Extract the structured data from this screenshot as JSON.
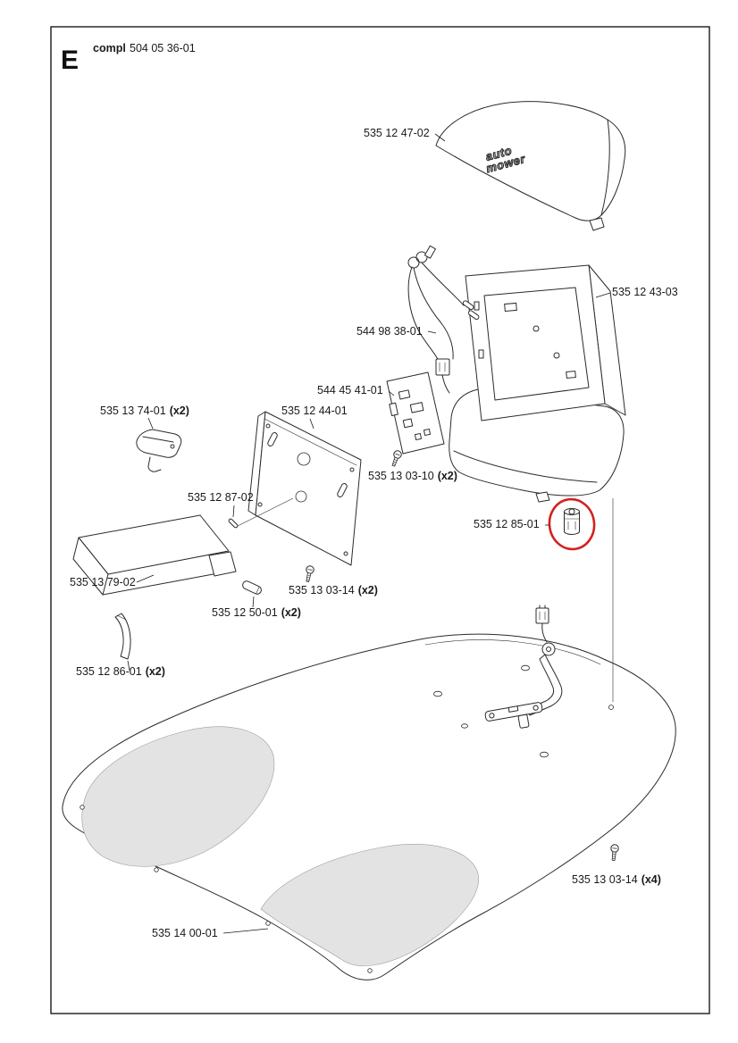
{
  "page": {
    "section_letter": "E",
    "compl_label": "compl",
    "assembly_number": "504 05 36-01"
  },
  "logo": {
    "line1": "auto",
    "line2": "mower"
  },
  "parts": {
    "top_cover": {
      "num": "535 12 47-02"
    },
    "main_body": {
      "num": "535 12 43-03"
    },
    "wiring": {
      "num": "544 98 38-01"
    },
    "circuit_board": {
      "num": "544 45 41-01"
    },
    "bracket": {
      "num": "535 13 74-01",
      "qty": "(x2)"
    },
    "plate": {
      "num": "535 12 44-01"
    },
    "screw_03_10": {
      "num": "535 13 03-10",
      "qty": "(x2)"
    },
    "pin": {
      "num": "535 12 87-02"
    },
    "antenna": {
      "num": "535 12 85-01"
    },
    "left_cover": {
      "num": "535 13 79-02"
    },
    "screw_03_14_a": {
      "num": "535 13 03-14",
      "qty": "(x2)"
    },
    "rod": {
      "num": "535 12 50-01",
      "qty": "(x2)"
    },
    "strip": {
      "num": "535 12 86-01",
      "qty": "(x2)"
    },
    "screw_03_14_b": {
      "num": "535 13 03-14",
      "qty": "(x4)"
    },
    "chassis": {
      "num": "535 14 00-01"
    }
  },
  "highlight_color": "#d42020"
}
